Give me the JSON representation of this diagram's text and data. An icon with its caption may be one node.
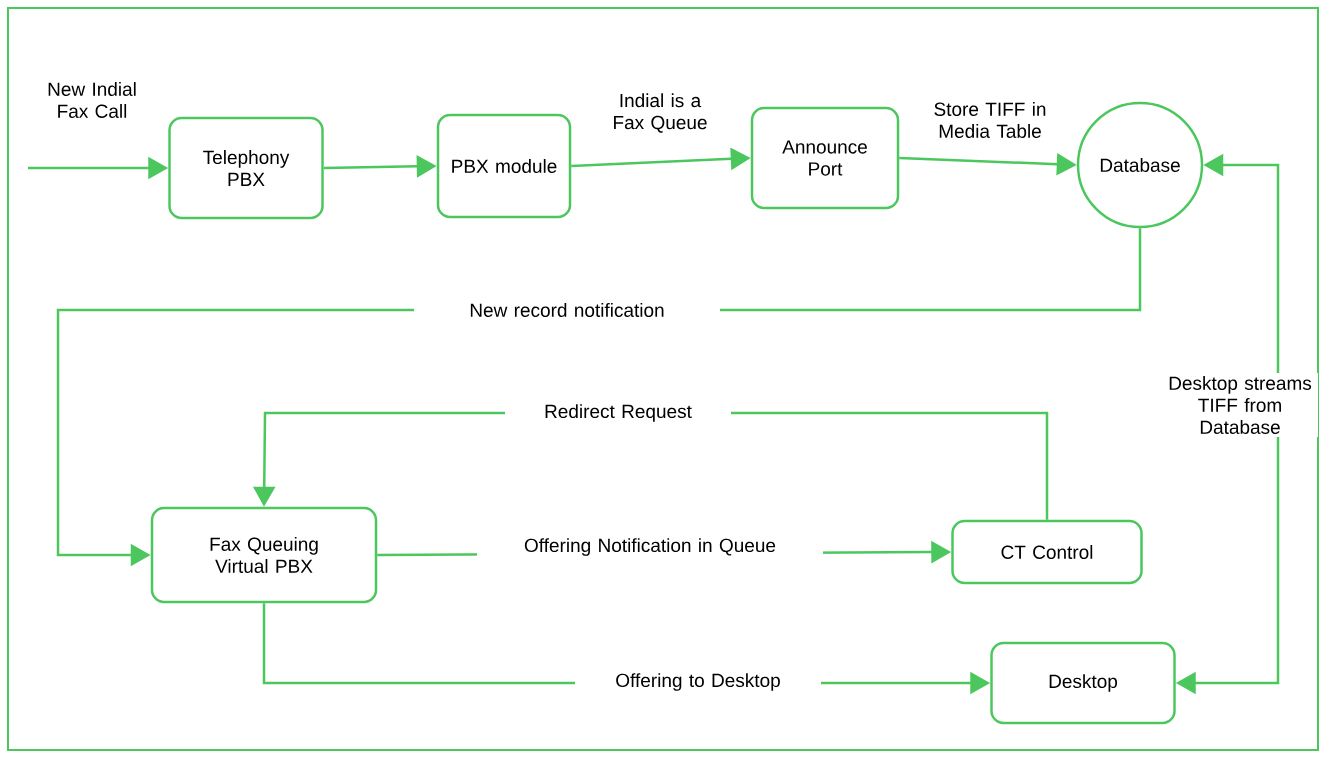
{
  "diagram": {
    "nodes": [
      {
        "text": [
          "Telephony PBX"
        ]
      },
      {
        "text": [
          "PBX module"
        ]
      },
      {
        "text": [
          "Announce Port"
        ]
      },
      {
        "text": [
          "Database"
        ]
      },
      {
        "text": [
          "Fax Queuing Virtual PBX"
        ]
      },
      {
        "text": [
          "CT Control"
        ]
      },
      {
        "text": [
          "Desktop"
        ]
      }
    ],
    "edges": [
      {
        "from": null,
        "to": 0,
        "arrow": "to",
        "label": "New Indial Fax Call"
      },
      {
        "from": 0,
        "to": 1,
        "arrow": "to"
      },
      {
        "from": 1,
        "to": 2,
        "arrow": "to",
        "label": "Indial is a Fax Queue"
      },
      {
        "from": 2,
        "to": 3,
        "arrow": "to",
        "label": "Store TIFF in Media Table"
      },
      {
        "from": 3,
        "to": 4,
        "arrow": "to",
        "label": "New record notification"
      },
      {
        "from": 4,
        "to": 5,
        "arrow": "to",
        "label": "Offering Notification in Queue"
      },
      {
        "from": 5,
        "to": 4,
        "arrow": "to",
        "label": "Redirect Request"
      },
      {
        "from": 4,
        "to": 6,
        "arrow": "to",
        "label": "Offering to Desktop"
      },
      {
        "from": 6,
        "to": 3,
        "arrow": "both",
        "label": "Desktop streams TIFF from Database"
      }
    ]
  }
}
